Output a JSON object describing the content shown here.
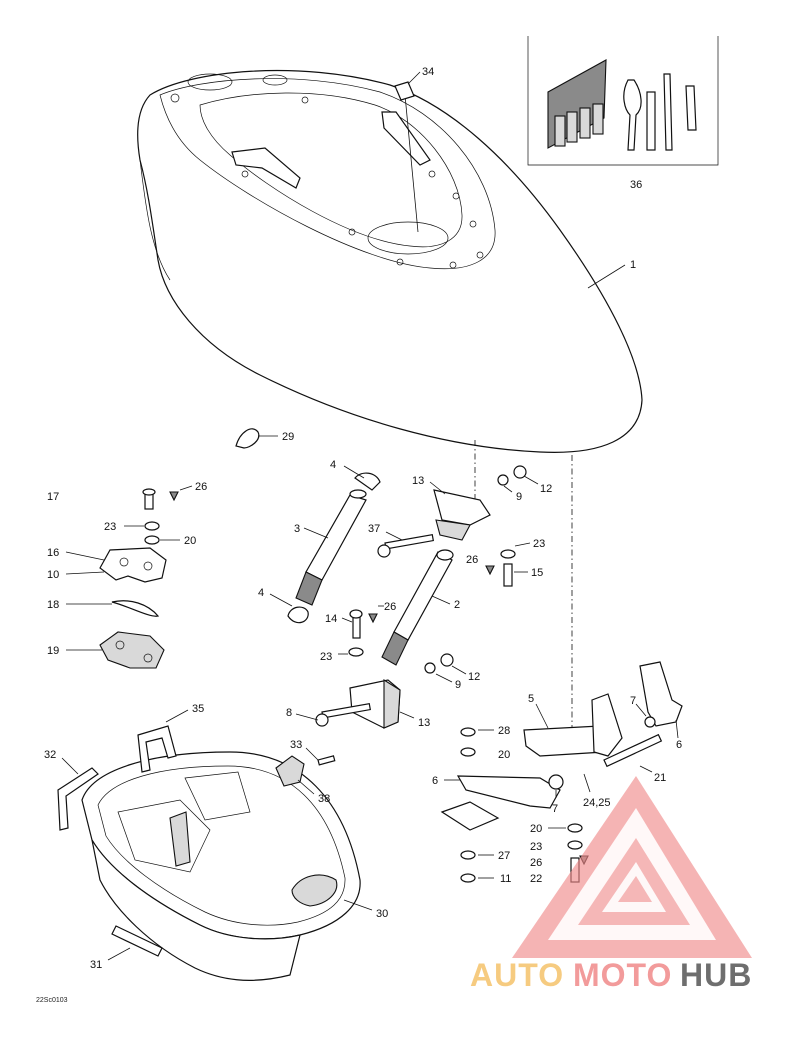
{
  "diagram": {
    "drawing_code": "22Sc0103",
    "callouts": {
      "c1": "1",
      "c2": "2",
      "c3": "3",
      "c4a": "4",
      "c4b": "4",
      "c5": "5",
      "c6a": "6",
      "c6b": "6",
      "c7a": "7",
      "c7b": "7",
      "c8": "8",
      "c9a": "9",
      "c9b": "9",
      "c10": "10",
      "c11": "11",
      "c12a": "12",
      "c12b": "12",
      "c13a": "13",
      "c13b": "13",
      "c14": "14",
      "c15": "15",
      "c16": "16",
      "c17": "17",
      "c18": "18",
      "c19": "19",
      "c20a": "20",
      "c20b": "20",
      "c20c": "20",
      "c21": "21",
      "c22": "22",
      "c23a": "23",
      "c23b": "23",
      "c23c": "23",
      "c23d": "23",
      "c2425": "24,25",
      "c26a": "26",
      "c26b": "26",
      "c26c": "26",
      "c26d": "26",
      "c27": "27",
      "c28": "28",
      "c29": "29",
      "c30": "30",
      "c31": "31",
      "c32": "32",
      "c33": "33",
      "c34": "34",
      "c35": "35",
      "c36": "36",
      "c37": "37",
      "c38": "38"
    }
  },
  "watermark": {
    "part1": "AUTO",
    "part2": "MOTO",
    "part3": "HUB",
    "color_primary": "#f08a8a",
    "color_secondary": "#f5c26b",
    "color_dark": "#555555"
  }
}
